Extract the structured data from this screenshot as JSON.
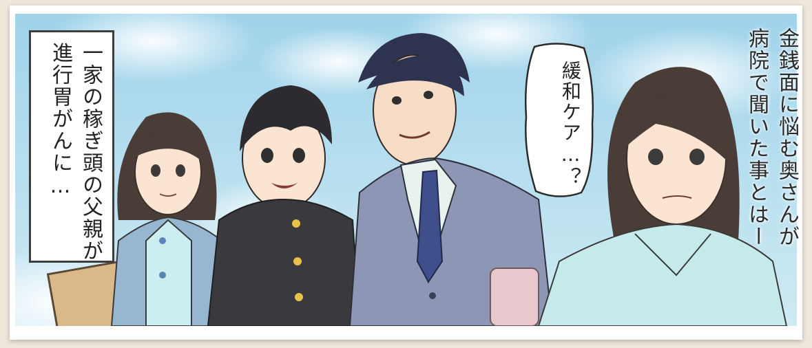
{
  "narration": {
    "lines": [
      "一家の稼ぎ頭の父親が",
      "進行胃がんに…"
    ]
  },
  "speech": {
    "lines": [
      "緩和ケア…？"
    ]
  },
  "caption": {
    "lines": [
      "金銭面に悩む奥さんが",
      "病院で聞いた事とはー"
    ]
  },
  "colors": {
    "sky": "#a8d8ea",
    "cloud": "#ffffff",
    "jacket_blue": "#97b7d1",
    "uniform_dark": "#3a3a3e",
    "suit_gray": "#8d97b5",
    "tie_navy": "#3e4f8c",
    "top_mint": "#c6eaea"
  }
}
